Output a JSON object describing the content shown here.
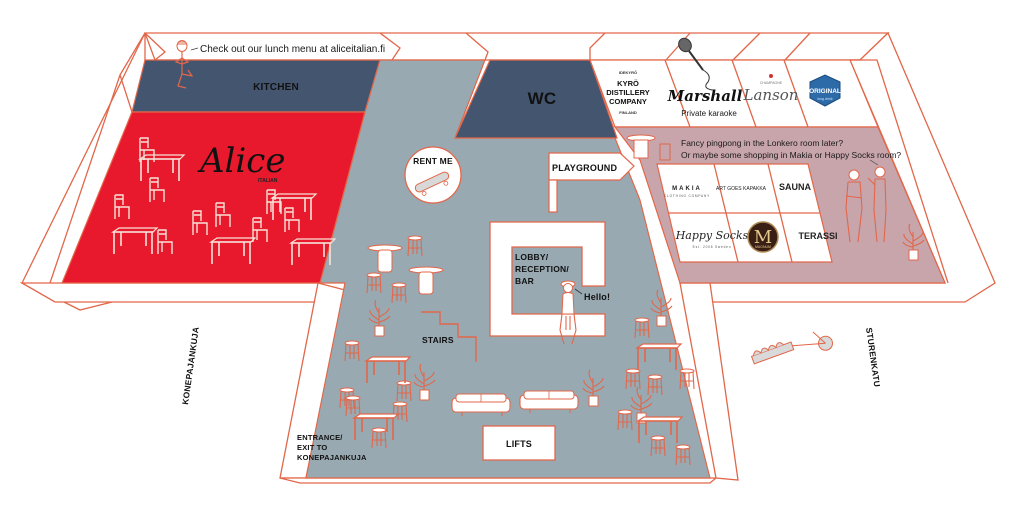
{
  "map": {
    "colors": {
      "restaurant": "#e8192c",
      "kitchen": "#445570",
      "wc": "#445570",
      "lobby": "#98a9b2",
      "lounge": "#c7a5ab",
      "outline": "#e2674a",
      "wall": "#ffffff"
    },
    "top_note": "Check out our lunch menu at aliceitalian.fi",
    "rooms": {
      "kitchen": "KITCHEN",
      "wc": "WC",
      "alice_logo": "Alice",
      "alice_sub": "ITALIAN",
      "rent_me": "RENT ME",
      "playground": "PLAYGROUND",
      "lobby_line1": "LOBBY/",
      "lobby_line2": "RECEPTION/",
      "lobby_line3": "BAR",
      "hello": "Hello!",
      "stairs": "STAIRS",
      "lifts": "LIFTS",
      "entrance_line1": "ENTRANCE/",
      "entrance_line2": "EXIT TO",
      "entrance_line3": "KONEPAJANKUJA"
    },
    "sponsor_rooms": {
      "kyro_small_top": "IDEKYRÖ",
      "kyro_line1": "KYRÖ",
      "kyro_line2": "DISTILLERY",
      "kyro_line3": "COMPANY",
      "kyro_small_bottom": "FINLAND",
      "marshall": "Marshall",
      "marshall_sub": "Private karaoke",
      "lanson": "Lanson",
      "lanson_small": "CHAMPAGNE",
      "original_line1": "ORIGINAL",
      "original_line2": "long drink"
    },
    "lounge": {
      "question_line1": "Fancy pingpong in the Lonkero room later?",
      "question_line2": "Or maybe some shopping in Makia or Happy Socks room?",
      "shops": [
        {
          "name": "MAKIA",
          "sub": "CLOTHING COMPANY"
        },
        {
          "name": "ART GOES KAPAKKA",
          "sub": ""
        },
        {
          "name": "SAUNA",
          "sub": ""
        },
        {
          "name": "Happy Socks",
          "sub": "Est. 2008 Sweden"
        },
        {
          "name": "M",
          "sub": "MAGNUM"
        },
        {
          "name": "TERASSI",
          "sub": ""
        }
      ]
    },
    "streets": {
      "left": "KONEPAJANKUJA",
      "right": "STURENKATU"
    }
  }
}
